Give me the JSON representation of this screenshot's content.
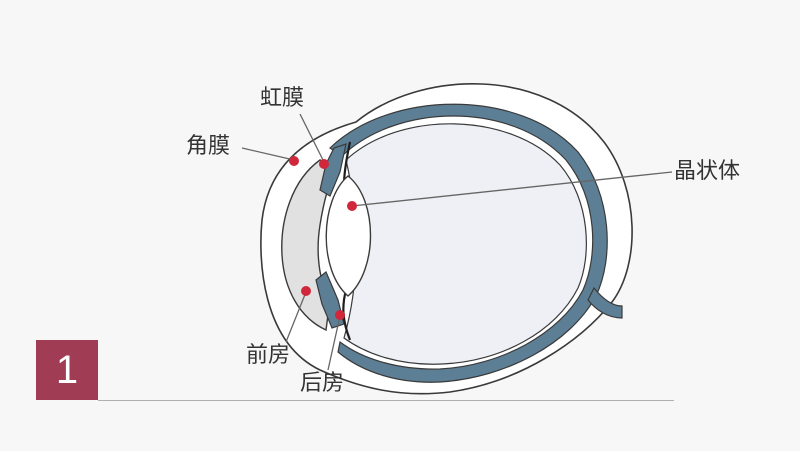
{
  "labels": {
    "iris": "虹膜",
    "cornea": "角膜",
    "lens": "晶状体",
    "anterior_chamber": "前房",
    "posterior_chamber": "后房"
  },
  "figure_number": "1",
  "colors": {
    "sclera_band": "#5d7f96",
    "outline": "#3a3a3a",
    "eye_fill": "#eef0f5",
    "cornea_fill": "#e1e1e1",
    "lens_fill": "#ffffff",
    "marker": "#d0273a",
    "badge": "#a13c55"
  }
}
